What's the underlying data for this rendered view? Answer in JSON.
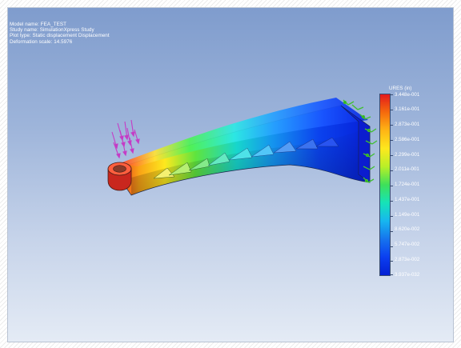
{
  "info": {
    "model_name": "Model name: FEA_TEST",
    "study_name": "Study name: SimulationXpress Study",
    "plot_type": "Plot type: Static displacement Displacement",
    "deformation_scale": "Deformation scale: 14.5976"
  },
  "legend": {
    "title": "URES (in)",
    "labels": [
      "3.448e-001",
      "3.161e-001",
      "2.873e-001",
      "2.586e-001",
      "2.299e-001",
      "2.011e-001",
      "1.724e-001",
      "1.437e-001",
      "1.149e-001",
      "8.620e-002",
      "5.747e-002",
      "2.873e-002",
      "3.937e-032"
    ],
    "colors": [
      "#e31a1c",
      "#ffb515",
      "#fde81e",
      "#3ee05a",
      "#16e3b8",
      "#17b7ef",
      "#0420d3"
    ]
  },
  "icons": {
    "fixture": "green-fixture-arrows-icon",
    "load": "magenta-load-arrows-icon"
  }
}
